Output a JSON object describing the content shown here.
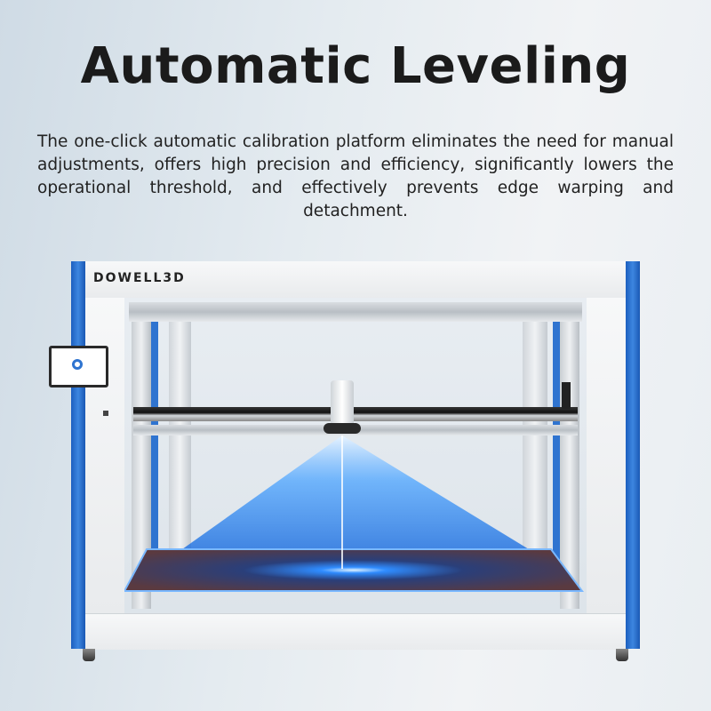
{
  "heading": "Automatic Leveling",
  "description": "The one-click automatic calibration platform eliminates the need for manual adjustments, offers high precision and efficiency, significantly lowers the operational threshold, and effectively prevents edge warping and detachment.",
  "product": {
    "brand_logo": "DOWELL3D"
  },
  "colors": {
    "frame_blue": "#2f74d0",
    "light_beam": "#3fa4ff",
    "title": "#1b1b1b"
  }
}
